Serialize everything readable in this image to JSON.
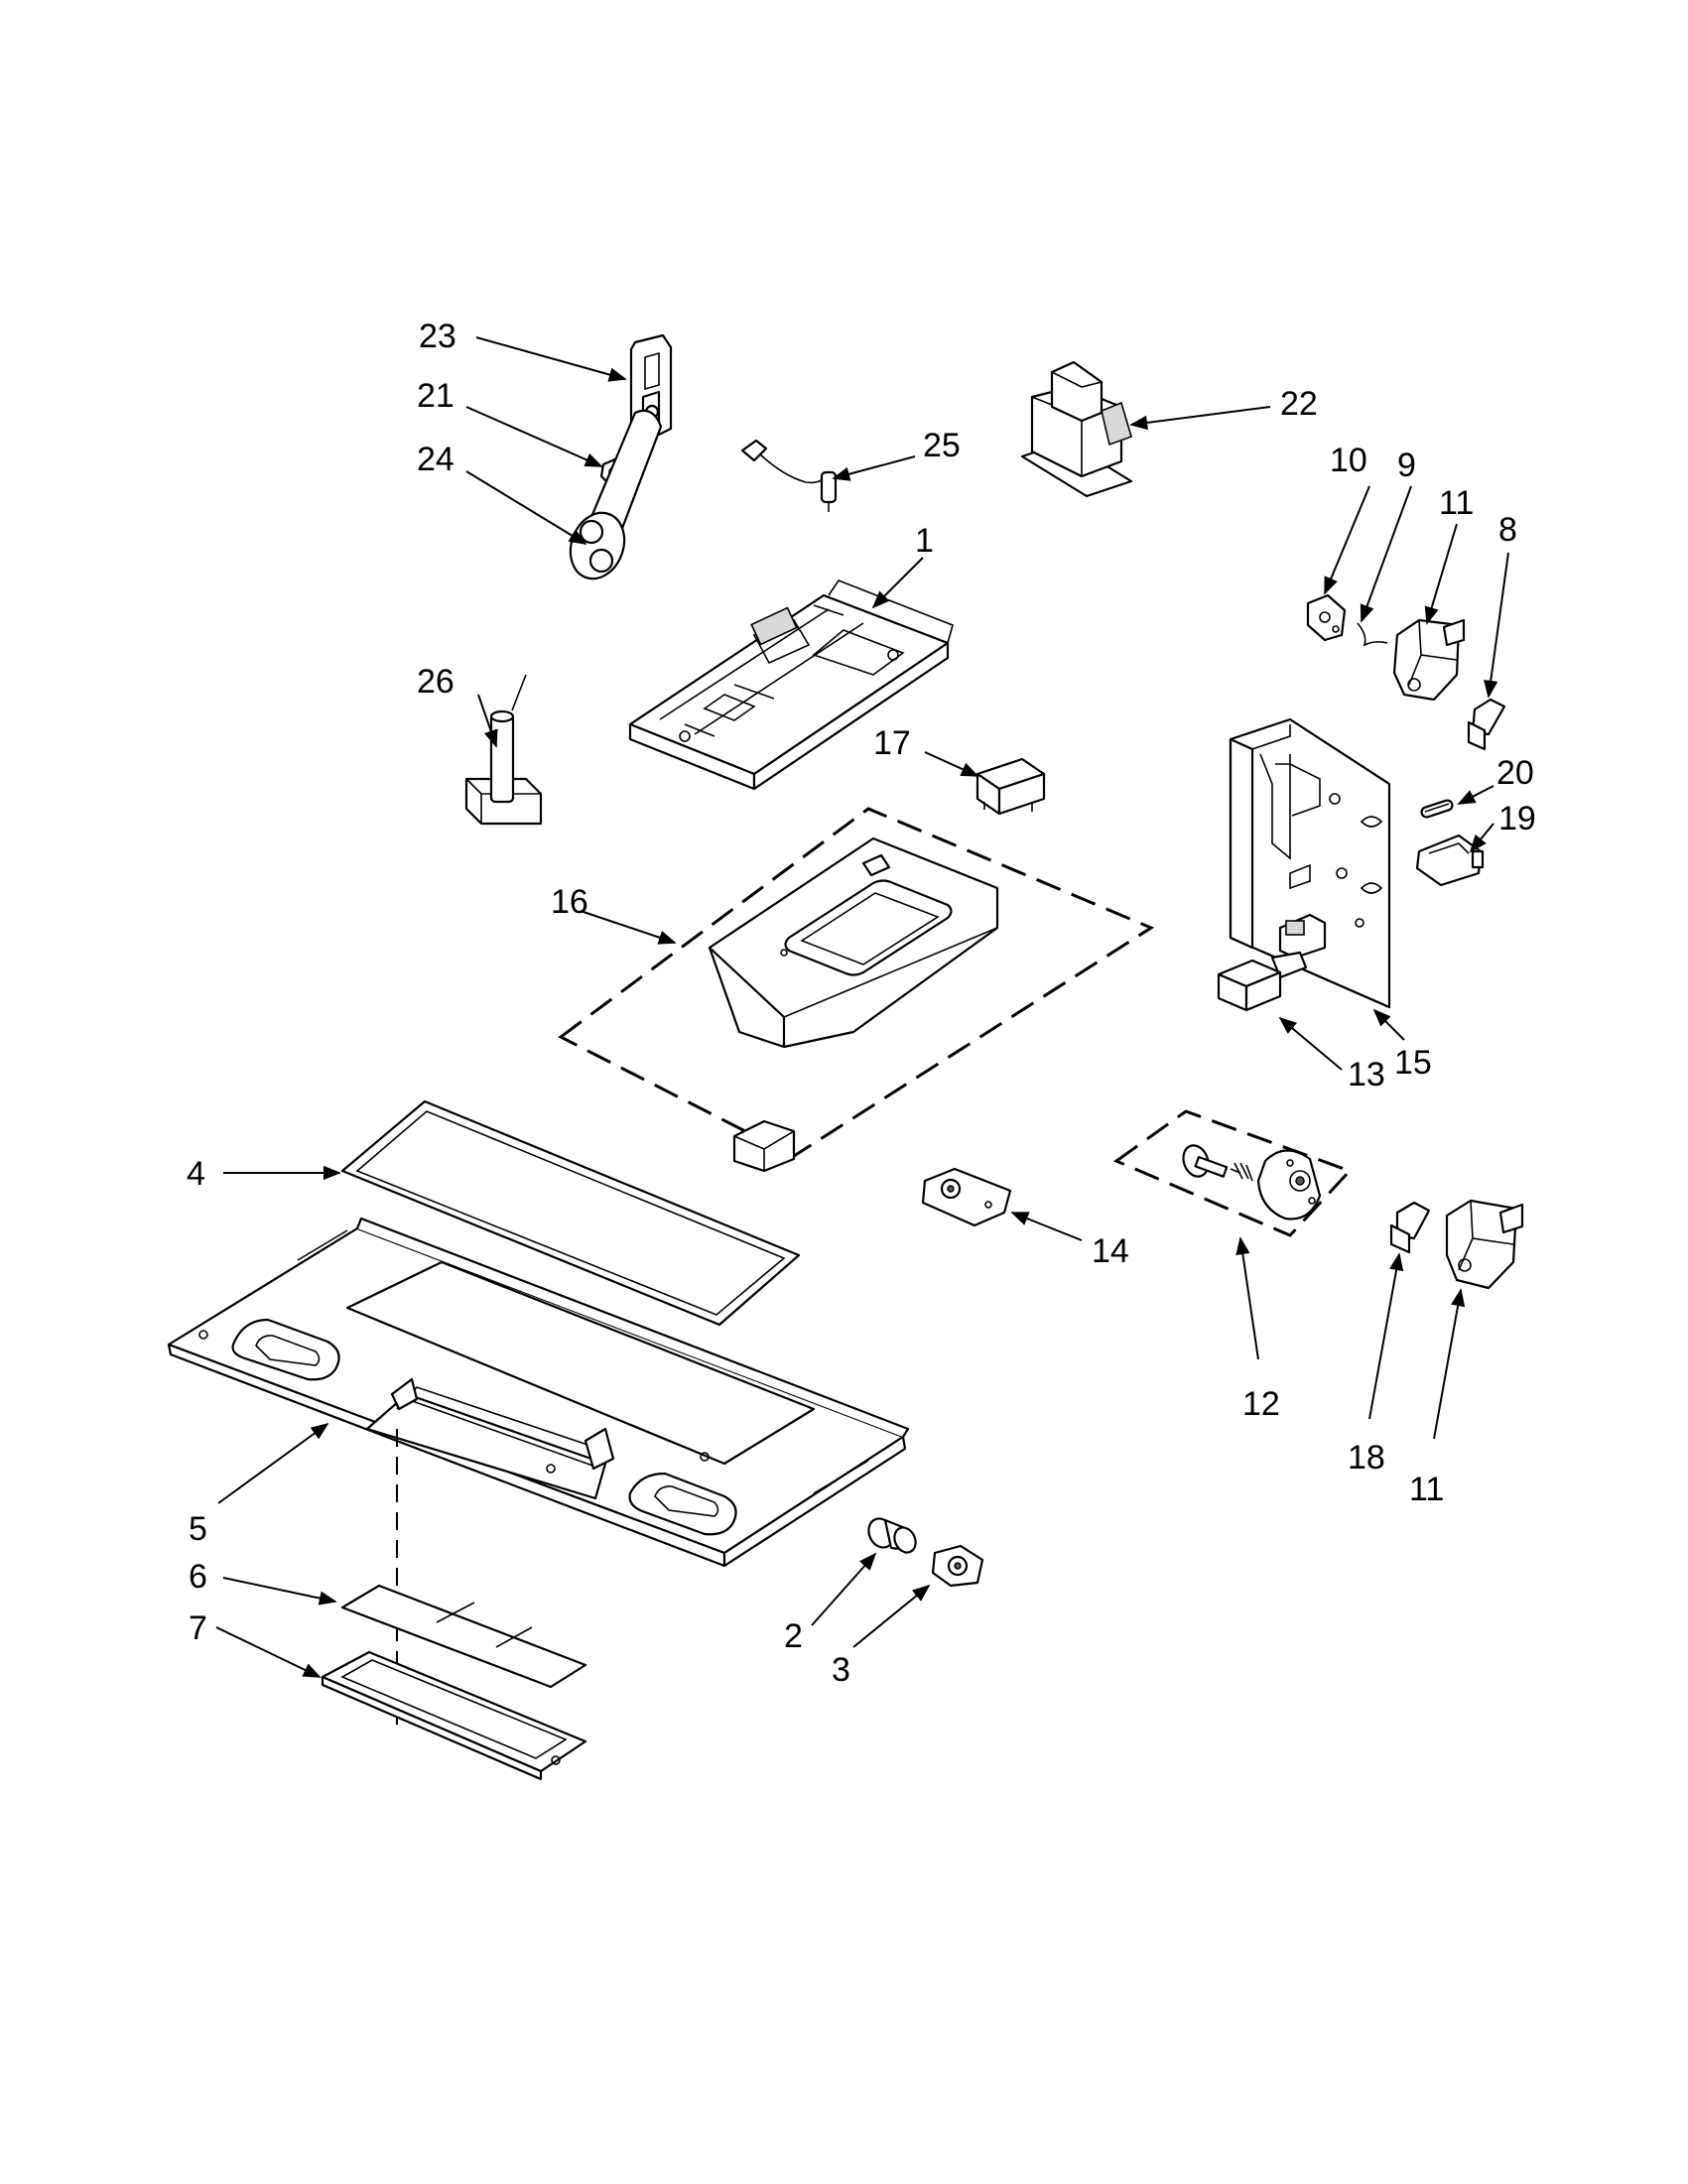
{
  "callouts": [
    {
      "key": "c23",
      "text": "23"
    },
    {
      "key": "c21",
      "text": "21"
    },
    {
      "key": "c24",
      "text": "24"
    },
    {
      "key": "c26",
      "text": "26"
    },
    {
      "key": "c25",
      "text": "25"
    },
    {
      "key": "c22",
      "text": "22"
    },
    {
      "key": "c1",
      "text": "1"
    },
    {
      "key": "c17",
      "text": "17"
    },
    {
      "key": "c16",
      "text": "16"
    },
    {
      "key": "c10",
      "text": "10"
    },
    {
      "key": "c9",
      "text": "9"
    },
    {
      "key": "c11a",
      "text": "11"
    },
    {
      "key": "c8",
      "text": "8"
    },
    {
      "key": "c20",
      "text": "20"
    },
    {
      "key": "c19",
      "text": "19"
    },
    {
      "key": "c15",
      "text": "15"
    },
    {
      "key": "c13",
      "text": "13"
    },
    {
      "key": "c12",
      "text": "12"
    },
    {
      "key": "c14",
      "text": "14"
    },
    {
      "key": "c4",
      "text": "4"
    },
    {
      "key": "c5",
      "text": "5"
    },
    {
      "key": "c6",
      "text": "6"
    },
    {
      "key": "c7",
      "text": "7"
    },
    {
      "key": "c2",
      "text": "2"
    },
    {
      "key": "c3",
      "text": "3"
    },
    {
      "key": "c18",
      "text": "18"
    },
    {
      "key": "c11b",
      "text": "11"
    }
  ]
}
